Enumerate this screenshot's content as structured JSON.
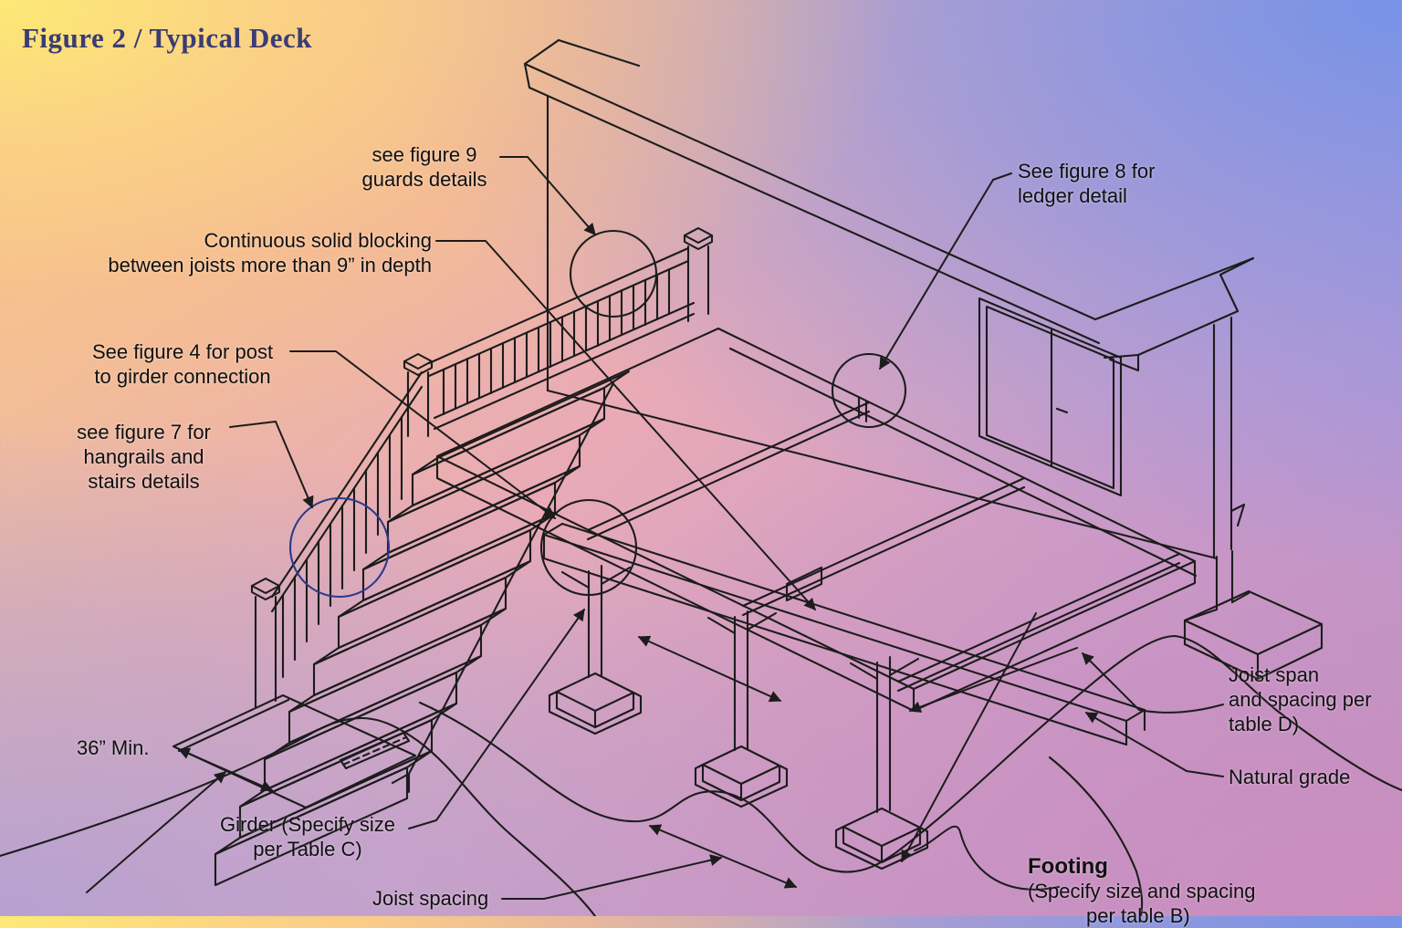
{
  "title": "Figure 2 / Typical Deck",
  "annotations": {
    "guards": {
      "line1": "see figure 9",
      "line2": "guards details"
    },
    "blocking": {
      "line1": "Continuous solid blocking",
      "line2": "between joists more than 9” in depth"
    },
    "ledger": {
      "line1": "See figure 8 for",
      "line2": "ledger detail"
    },
    "post_to_girder": {
      "line1": "See figure 4 for post",
      "line2": "to girder connection"
    },
    "handrails": {
      "line1": "see figure 7 for",
      "line2": "hangrails and",
      "line3": "stairs details"
    },
    "stair_width": "36” Min.",
    "girder": {
      "line1": "Girder (Specify size",
      "line2": "per Table C)"
    },
    "joist_spacing": "Joist spacing",
    "joist_span": {
      "line1": "Joist span",
      "line2": "and spacing per",
      "line3": "table D)"
    },
    "natural_grade": "Natural grade",
    "footing": {
      "heading": "Footing",
      "line1": "(Specify size and spacing",
      "line2": "per table B)"
    }
  },
  "colors": {
    "diagram_line": "#1c1c1c",
    "title_text": "#3a3c72",
    "label_text": "#111111",
    "highlight_circle": "#2b3a8c",
    "bg_top_left": "#fce97a",
    "bg_top_right": "#7e96e4",
    "bg_bottom_left": "#b2a0d4",
    "bg_bottom_right": "#cf8cba"
  }
}
